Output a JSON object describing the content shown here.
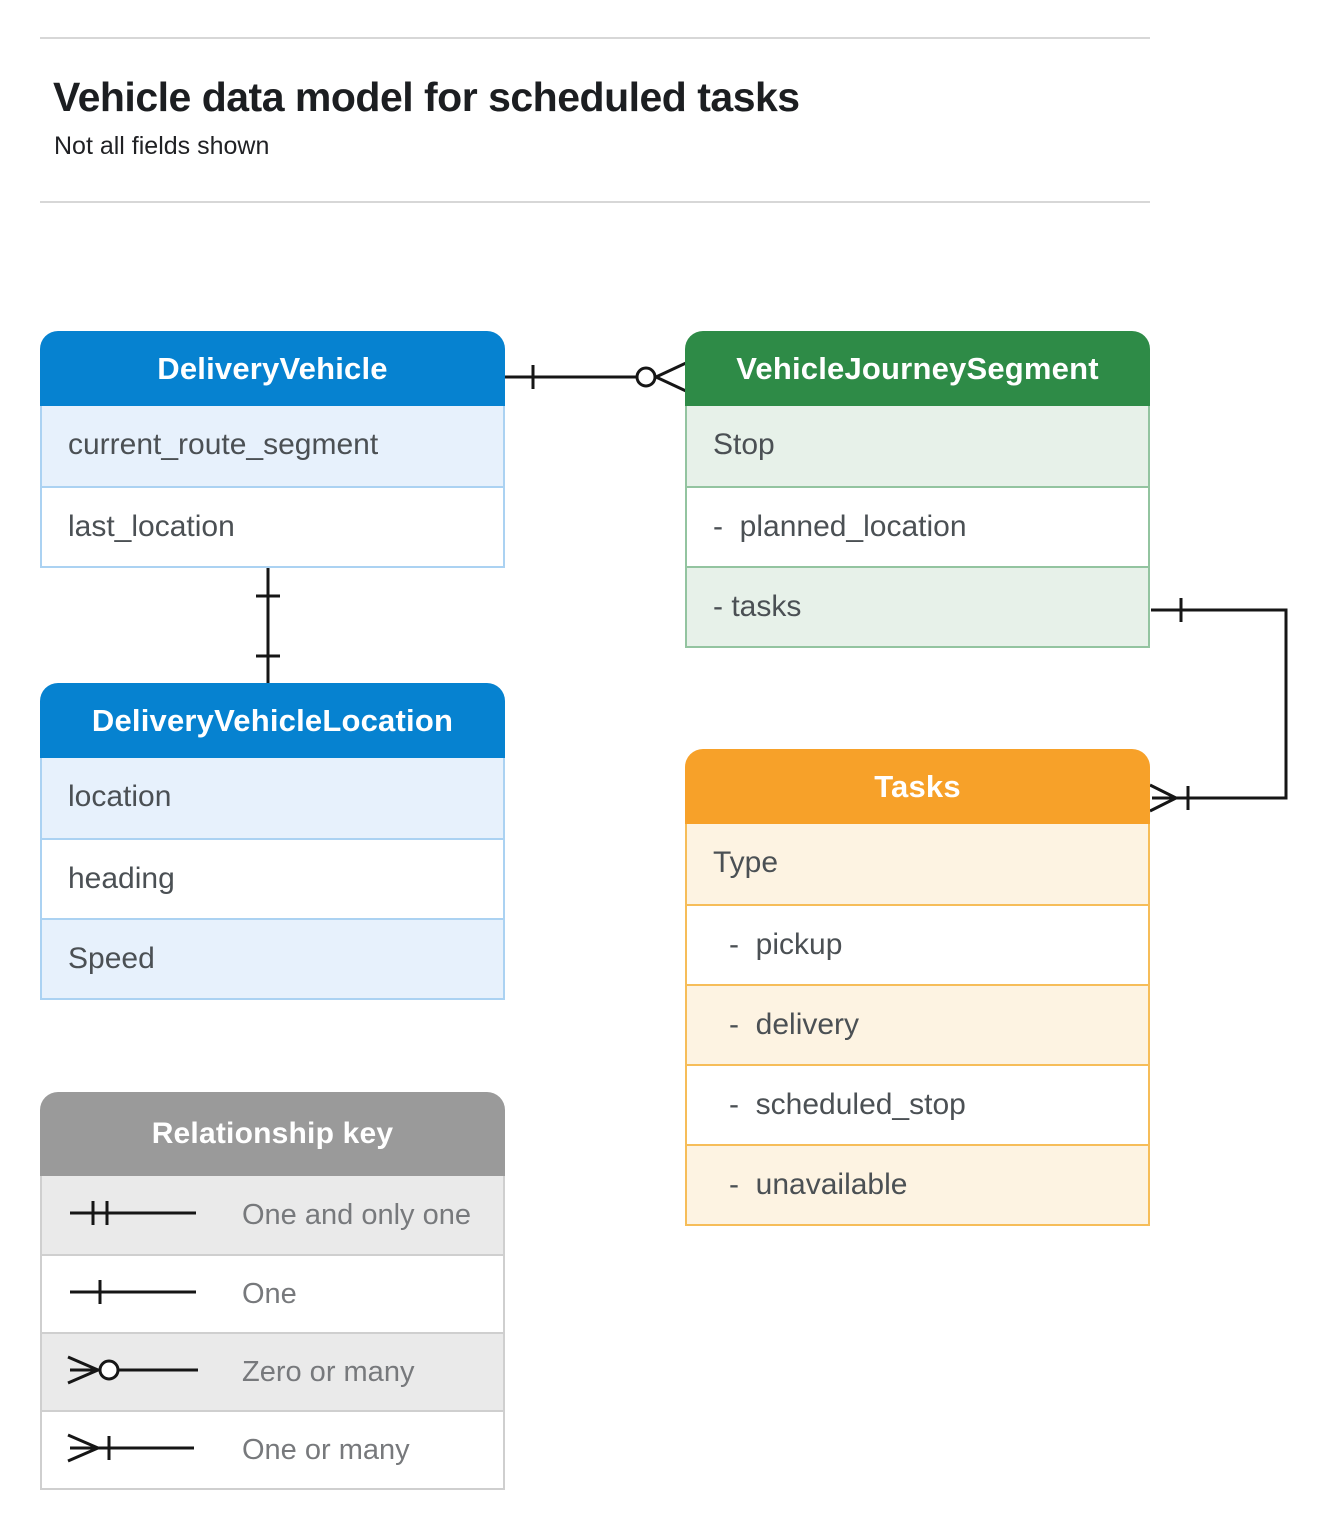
{
  "header": {
    "title": "Vehicle data model for scheduled tasks",
    "subtitle": "Not all fields shown"
  },
  "entities": {
    "delivery_vehicle": {
      "title": "DeliveryVehicle",
      "fields": [
        "current_route_segment",
        "last_location"
      ]
    },
    "vehicle_journey_segment": {
      "title": "VehicleJourneySegment",
      "fields": [
        "Stop",
        "-  planned_location",
        "- tasks"
      ]
    },
    "delivery_vehicle_location": {
      "title": "DeliveryVehicleLocation",
      "fields": [
        "location",
        "heading",
        "Speed"
      ]
    },
    "tasks": {
      "title": "Tasks",
      "fields": [
        "Type",
        "-  pickup",
        "-  delivery",
        "-  scheduled_stop",
        "-  unavailable"
      ]
    }
  },
  "relationships": [
    {
      "from": "DeliveryVehicle",
      "to": "VehicleJourneySegment",
      "from_cardinality": "one",
      "to_cardinality": "zero-or-many"
    },
    {
      "from": "DeliveryVehicle",
      "to": "DeliveryVehicleLocation",
      "from_cardinality": "one",
      "to_cardinality": "one"
    },
    {
      "from": "VehicleJourneySegment",
      "to": "Tasks",
      "from_cardinality": "one",
      "to_cardinality": "one-or-many"
    }
  ],
  "legend": {
    "title": "Relationship key",
    "items": [
      {
        "symbol": "one-and-only-one-icon",
        "label": "One and only one"
      },
      {
        "symbol": "one-icon",
        "label": "One"
      },
      {
        "symbol": "zero-or-many-icon",
        "label": "Zero or many"
      },
      {
        "symbol": "one-or-many-icon",
        "label": "One or many"
      }
    ]
  },
  "colors": {
    "blue_header": "#0682d0",
    "blue_row_tint": "#e7f1fc",
    "blue_border": "#abd2f2",
    "green_header": "#2e8b47",
    "green_row_tint": "#e7f1e9",
    "green_border": "#93c4a0",
    "orange_header": "#f7a129",
    "orange_row_tint": "#fdf3e2",
    "orange_border": "#f6bd59",
    "gray_header": "#9a9a9a",
    "gray_row_tint": "#eaeaea",
    "gray_border": "#cfcfcf",
    "connector_line": "#161616",
    "title_text": "#1c1e21",
    "field_text": "#4b5054",
    "legend_text": "#77797c"
  }
}
